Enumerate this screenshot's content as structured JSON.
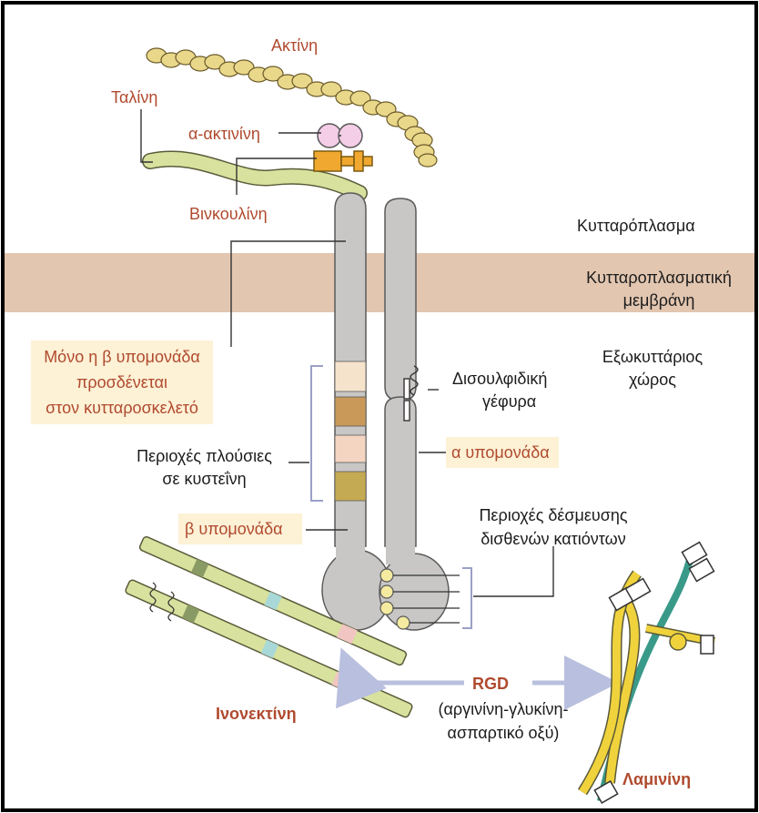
{
  "labels": {
    "actin": "Ακτίνη",
    "talin": "Ταλίνη",
    "alpha_actinin": "α-ακτινίνη",
    "vinculin": "Βινκουλίνη",
    "cytoplasm": "Κυτταρόπλασμα",
    "membrane_line1": "Κυτταροπλασματική",
    "membrane_line2": "μεμβράνη",
    "extracellular_line1": "Εξωκυττάριος",
    "extracellular_line2": "χώρος",
    "only_beta_line1": "Μόνο η β υπομονάδα",
    "only_beta_line2": "προσδένεται",
    "only_beta_line3": "στον κυτταροσκελετό",
    "disulfide_line1": "Δισουλφιδική",
    "disulfide_line2": "γέφυρα",
    "cysteine_line1": "Περιοχές πλούσιες",
    "cysteine_line2": "σε κυστεΐνη",
    "alpha_subunit": "α υπομονάδα",
    "beta_subunit": "β υπομονάδα",
    "cation_line1": "Περιοχές δέσμευσης",
    "cation_line2": "δισθενών κατιόντων",
    "rgd": "RGD",
    "rgd_line1": "(αργινίνη-γλυκίνη-",
    "rgd_line2": "ασπαρτικό οξύ)",
    "fibronectin": "Ινονεκτίνη",
    "laminin": "Λαμινίνη"
  },
  "colors": {
    "membrane": "#e2c6b0",
    "subunit_fill": "#c9c7c6",
    "subunit_stroke": "#5a5a5a",
    "fiber_fill": "#d8e29e",
    "actin_bead": "#e9d88a",
    "vinculin": "#f0a830",
    "alpha_actinin": "#f4cde6",
    "red_label": "#b04a2e",
    "highlight": "#fdf1d6",
    "cysteine_bands": [
      "#f6e3cc",
      "#c9995a",
      "#f3d5c2",
      "#c4aa52"
    ],
    "fibronectin_bands": [
      "#8a9a64",
      "#a8d8d8",
      "#f1c6c2"
    ],
    "arrow": "#b9bfde",
    "laminin_yellow": "#f0d23c",
    "laminin_teal": "#3a9a8a"
  }
}
